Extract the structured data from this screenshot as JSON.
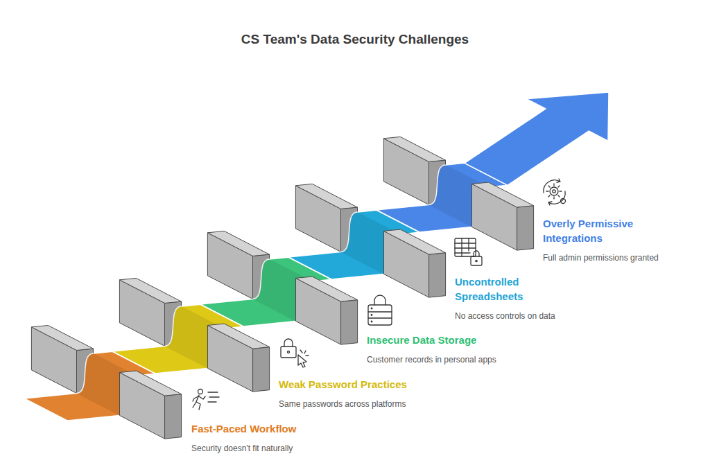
{
  "diagram": {
    "title": "CS Team's Data Security Challenges",
    "nodes": [
      {
        "text": [
          "Fast-Paced Workflow",
          "Security doesn't fit naturally"
        ]
      },
      {
        "text": [
          "Weak Password Practices",
          "Same passwords across platforms"
        ]
      },
      {
        "text": [
          "Insecure Data Storage",
          "Customer records in personal apps"
        ]
      },
      {
        "text": [
          "Uncontrolled Spreadsheets",
          "No access controls on data"
        ]
      },
      {
        "text": [
          "Overly Permissive Integrations",
          "Full admin permissions granted"
        ]
      }
    ]
  }
}
